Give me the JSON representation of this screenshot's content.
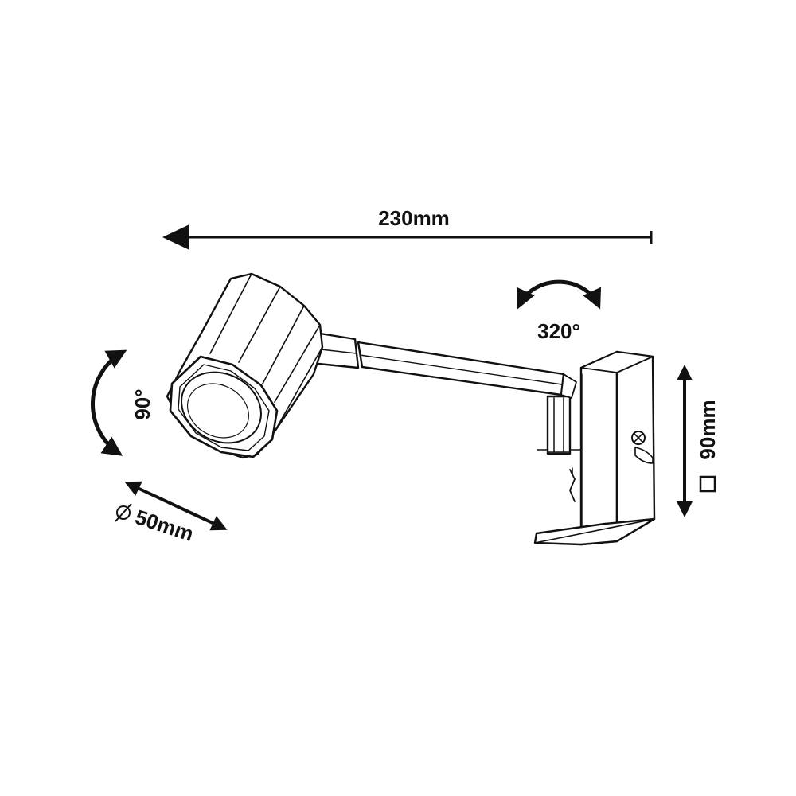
{
  "diagram": {
    "labels": {
      "total_length": "230mm",
      "swivel_angle": "320°",
      "tilt_angle": "90°",
      "head_diameter": "50mm",
      "plate_size": "90mm"
    },
    "colors": {
      "line": "#111111",
      "background": "#ffffff"
    }
  }
}
